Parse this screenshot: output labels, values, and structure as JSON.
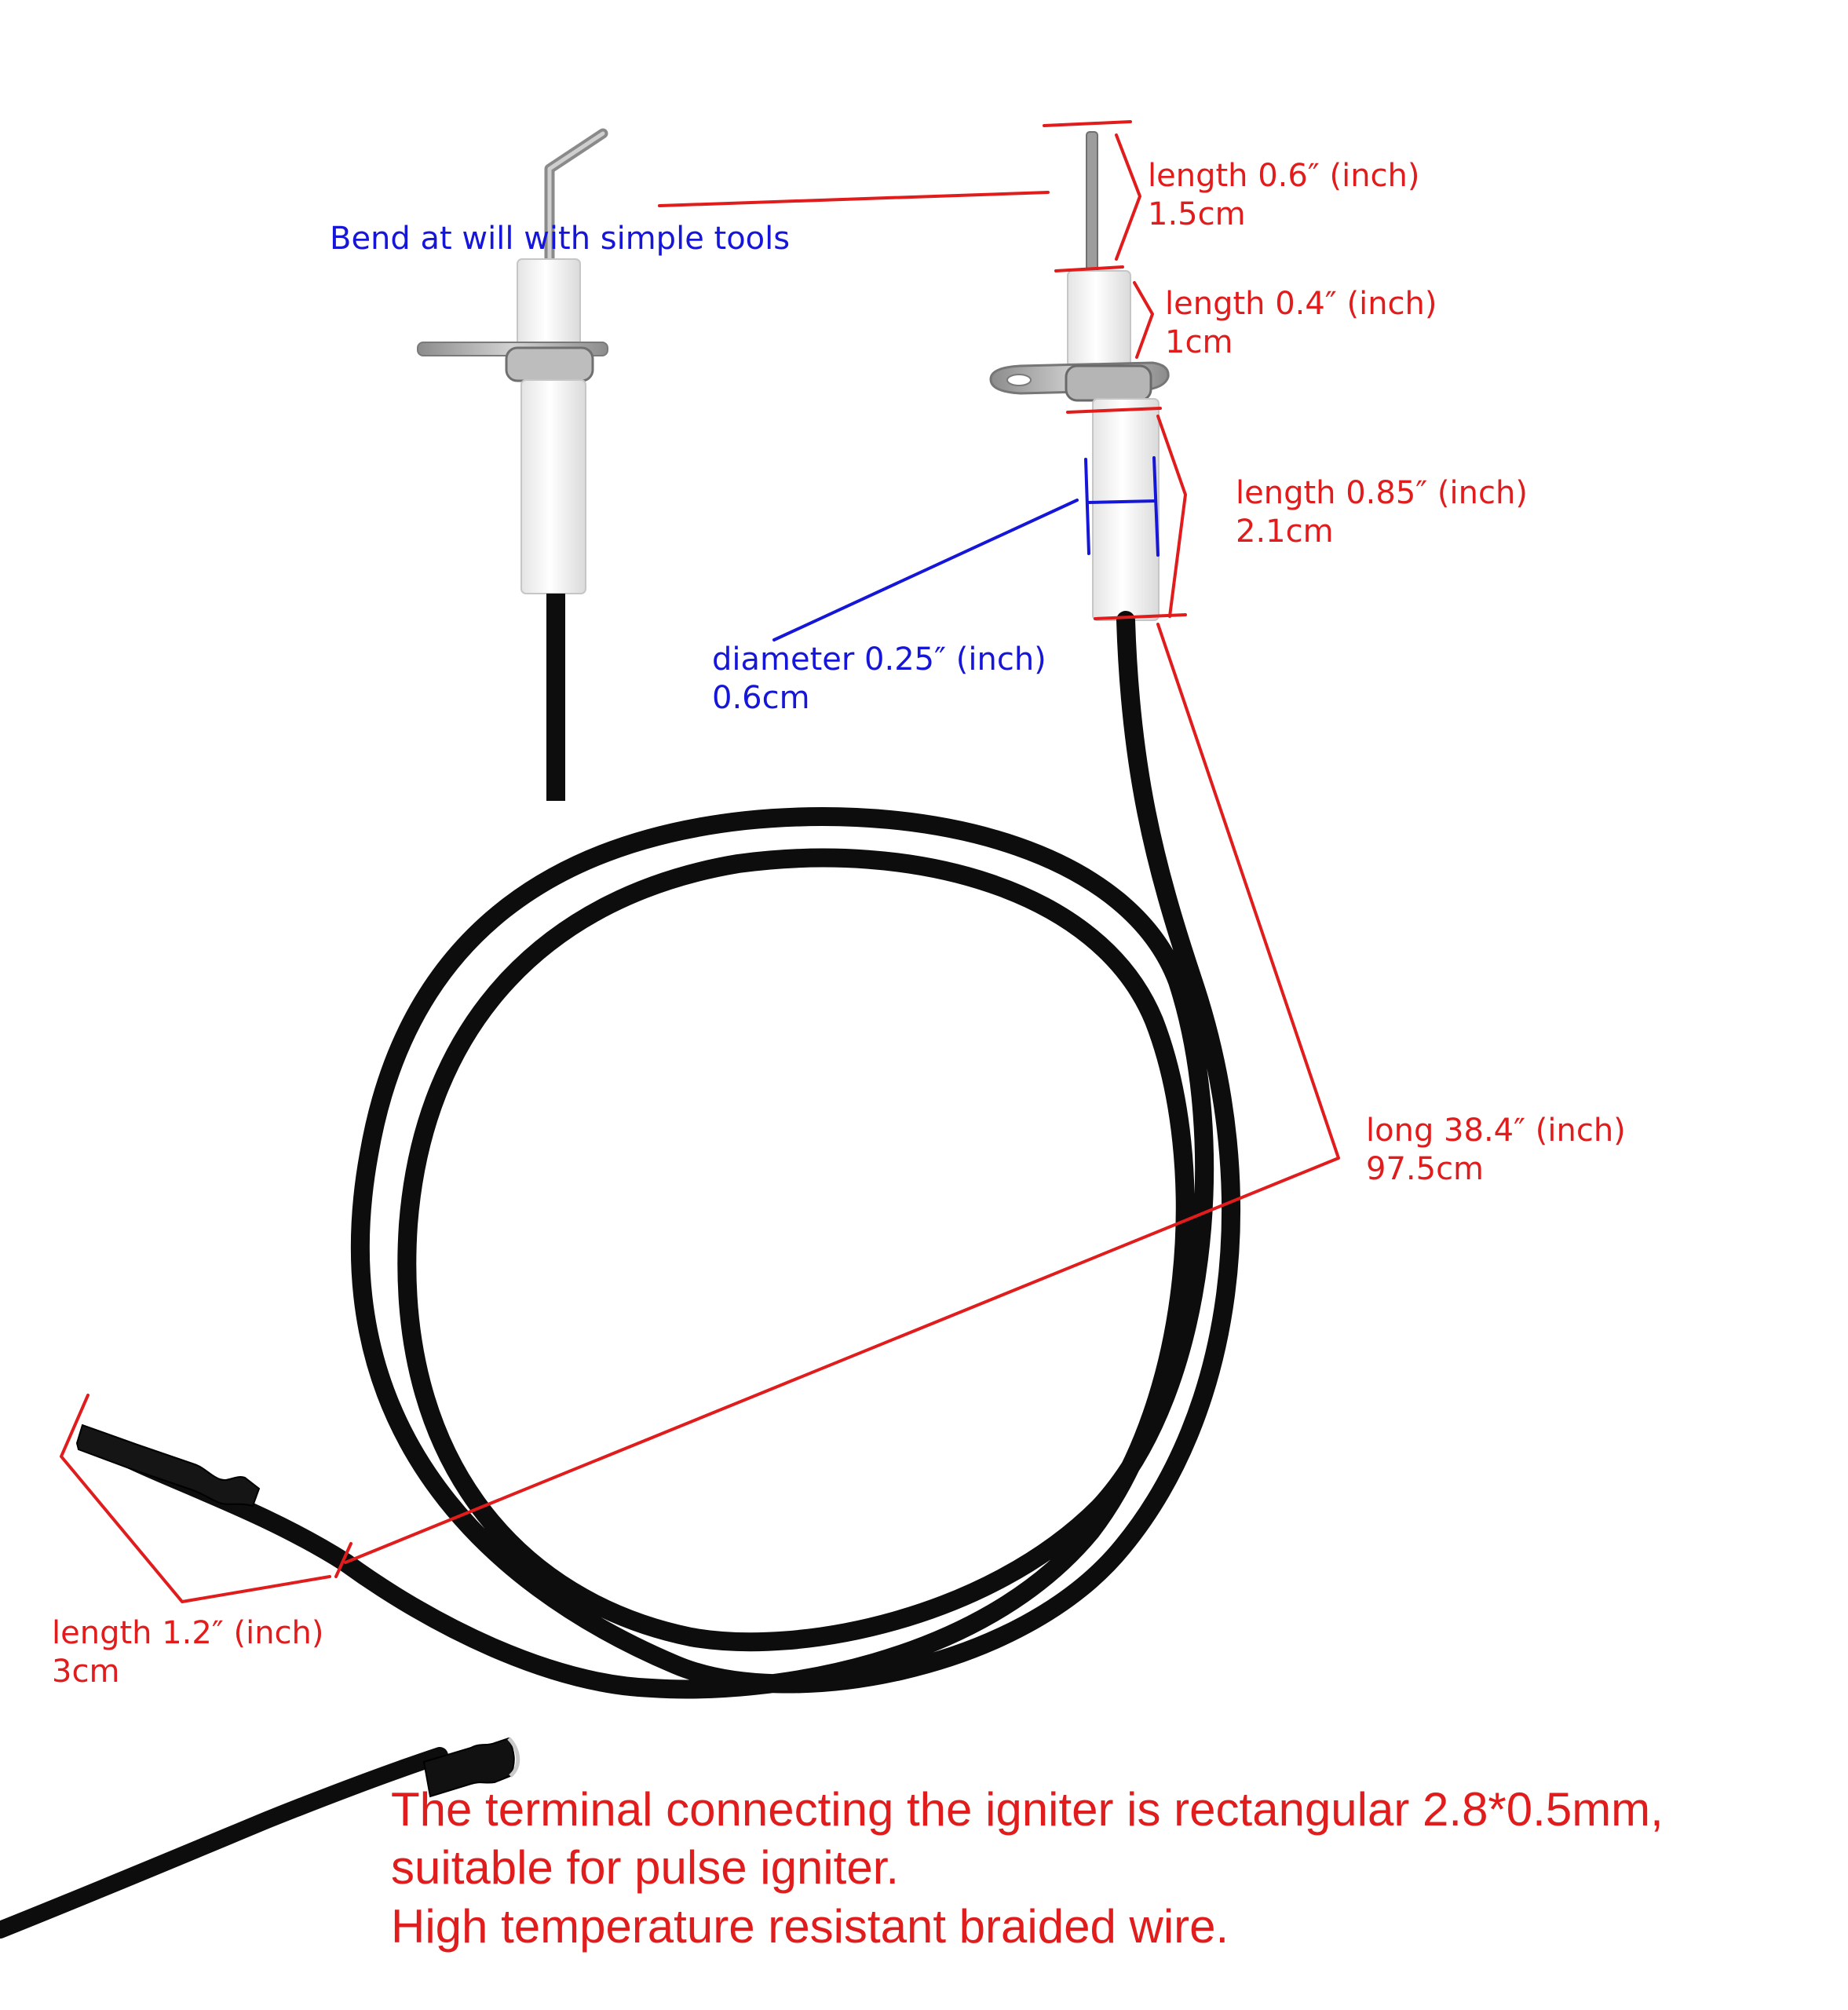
{
  "colors": {
    "annotation_red": "#e01c1c",
    "annotation_blue": "#1616d8",
    "cable_black": "#0d0d0d",
    "ceramic_white": "#f1f1f1",
    "steel_gray": "#a8a8a8"
  },
  "labels": {
    "bend": "Bend at will with simple tools",
    "tip_length": {
      "inch": "length 0.6″ (inch)",
      "cm": "1.5cm"
    },
    "upper_ceramic_length": {
      "inch": "length 0.4″ (inch)",
      "cm": "1cm"
    },
    "lower_ceramic_length": {
      "inch": "length 0.85″ (inch)",
      "cm": "2.1cm"
    },
    "diameter": {
      "inch": "diameter 0.25″ (inch)",
      "cm": "0.6cm"
    },
    "cable_length": {
      "inch": "long 38.4″ (inch)",
      "cm": "97.5cm"
    },
    "terminal_length": {
      "inch": "length 1.2″ (inch)",
      "cm": "3cm"
    }
  },
  "notes": {
    "line1": "The terminal connecting the igniter is rectangular 2.8*0.5mm,",
    "line2": "suitable for pulse igniter.",
    "line3": "High temperature resistant braided wire."
  }
}
